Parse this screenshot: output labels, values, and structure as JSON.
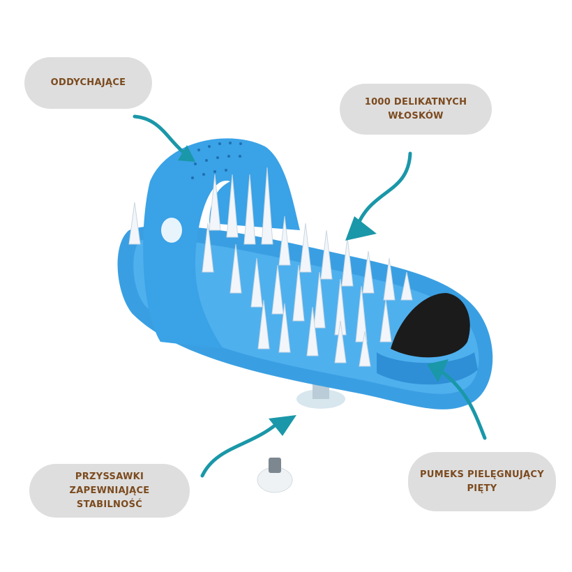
{
  "labels": {
    "breathable": "ODDYCHAJĄCE",
    "bristles_line1": "1000 DELIKATNYCH",
    "bristles_line2": "WŁOSKÓW",
    "suction_line1": "PRZYSSAWKI",
    "suction_line2": "ZAPEWNIAJĄCE",
    "suction_line3": "STABILNOŚĆ",
    "pumice_line1": "PUMEKS PIELĘGNUJĄCY",
    "pumice_line2": "PIĘTY"
  },
  "colors": {
    "pill_bg": "#dedede",
    "label_text": "#7b4a1e",
    "arrow": "#1a97a8",
    "product": "#3fa4e6"
  }
}
